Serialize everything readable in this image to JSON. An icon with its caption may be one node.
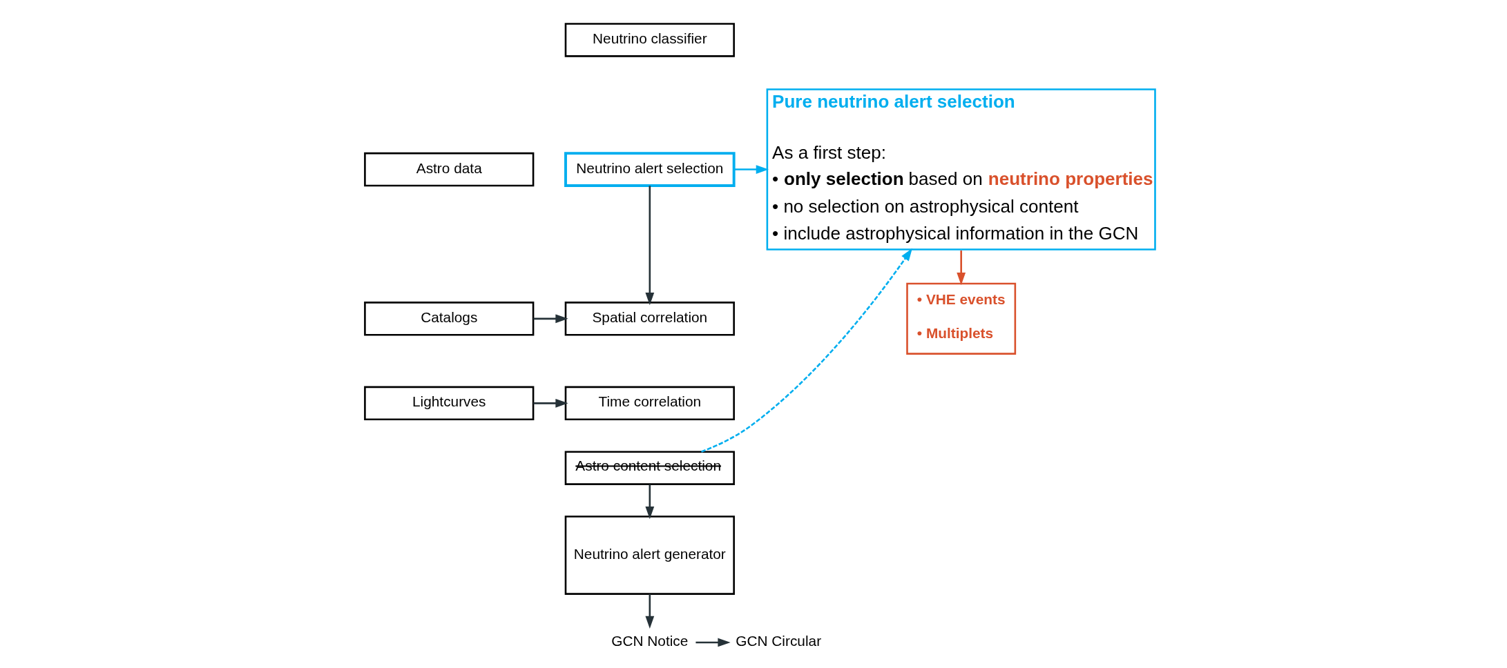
{
  "diagram": {
    "nodes": [
      {
        "text": [
          "Neutrino classifier"
        ]
      },
      {
        "text": [
          "Neutrino alert selection"
        ]
      },
      {
        "text": [
          "Astro data"
        ]
      },
      {
        "text": [
          "Catalogs"
        ]
      },
      {
        "text": [
          "Lightcurves"
        ]
      },
      {
        "text": [
          "Spatial correlation"
        ]
      },
      {
        "text": [
          "Time correlation"
        ]
      },
      {
        "text": [
          "Astro content selection"
        ]
      },
      {
        "text": [
          "Neutrino alert generator"
        ]
      },
      {
        "text": [
          "GCN Notice"
        ]
      },
      {
        "text": [
          "GCN Circular"
        ]
      },
      {
        "text": [
          "Pure neutrino alert selection",
          "As a first step:",
          "• **only selection** based on **neutrino properties**",
          "• no selection on astrophysical content",
          "• include astrophysical information in the GCN"
        ]
      },
      {
        "text": [
          "• VHE events",
          "• Multiplets"
        ]
      }
    ],
    "edges": [
      {
        "from": 1,
        "to": 5,
        "arrow": "to"
      },
      {
        "from": 3,
        "to": 5,
        "arrow": "to"
      },
      {
        "from": 4,
        "to": 6,
        "arrow": "to"
      },
      {
        "from": 7,
        "to": 8,
        "arrow": "to"
      },
      {
        "from": 8,
        "to": 9,
        "arrow": "to"
      },
      {
        "from": 9,
        "to": 10,
        "arrow": "to"
      },
      {
        "from": 1,
        "to": 11,
        "arrow": "to",
        "color": "#00aeef"
      },
      {
        "from": 7,
        "to": 11,
        "arrow": "to",
        "style": "dashed",
        "color": "#00aeef"
      },
      {
        "from": 11,
        "to": 12,
        "arrow": "to",
        "color": "#d9512c"
      }
    ]
  }
}
